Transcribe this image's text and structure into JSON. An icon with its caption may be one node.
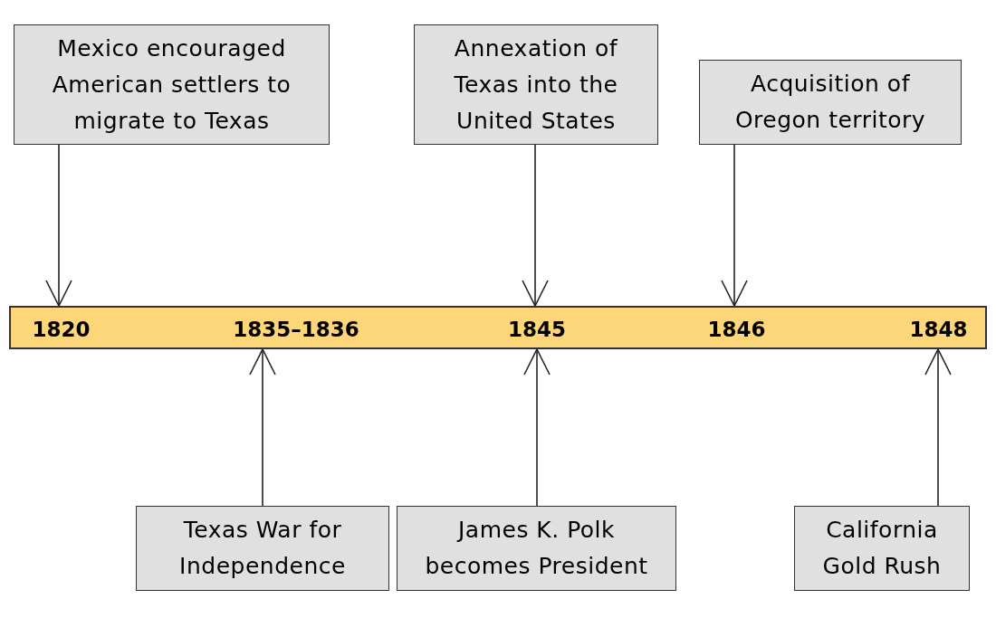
{
  "diagram": {
    "nodes": [
      {
        "text": [],
        "shape": "bar"
      },
      {
        "text": [
          "1820"
        ],
        "in": 0
      },
      {
        "text": [
          "1835–1836"
        ],
        "in": 0
      },
      {
        "text": [
          "1845"
        ],
        "in": 0
      },
      {
        "text": [
          "1846"
        ],
        "in": 0
      },
      {
        "text": [
          "1848"
        ],
        "in": 0
      },
      {
        "text": [
          "Mexico encouraged American settlers to migrate to Texas"
        ]
      },
      {
        "text": [
          "Annexation of Texas into the United States"
        ]
      },
      {
        "text": [
          "Acquisition of Oregon territory"
        ]
      },
      {
        "text": [
          "Texas War for Independence"
        ]
      },
      {
        "text": [
          "James K. Polk becomes President"
        ]
      },
      {
        "text": [
          "California Gold Rush"
        ]
      }
    ],
    "edges": [
      {
        "from": 6,
        "to": 1,
        "arrow": "to"
      },
      {
        "from": 7,
        "to": 3,
        "arrow": "to"
      },
      {
        "from": 8,
        "to": 4,
        "arrow": "to"
      },
      {
        "from": 9,
        "to": 2,
        "arrow": "to"
      },
      {
        "from": 10,
        "to": 3,
        "arrow": "to"
      },
      {
        "from": 11,
        "to": 5,
        "arrow": "to"
      }
    ]
  }
}
